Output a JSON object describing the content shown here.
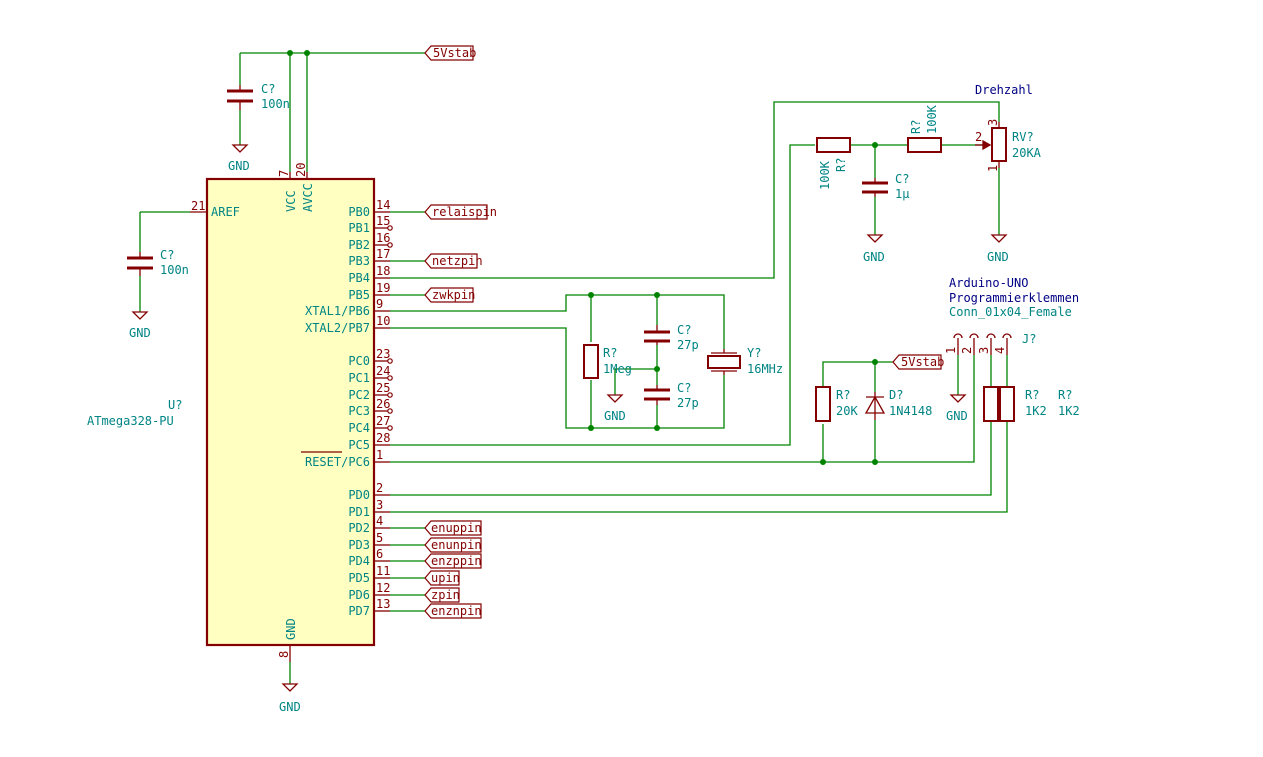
{
  "title": "",
  "net_labels": {
    "vstab_top": "5Vstab",
    "vstab_right": "5Vstab",
    "relaispin": "relaispin",
    "netzpin": "netzpin",
    "zwkpin": "zwkpin",
    "enuppin": "enuppin",
    "enunpin": "enunpin",
    "enzppin": "enzppin",
    "upin": "upin",
    "zpin": "zpin",
    "enznpin": "enznpin"
  },
  "power": {
    "gnd": "GND"
  },
  "mcu": {
    "ref": "U?",
    "value": "ATmega328-PU",
    "top_pins": [
      {
        "name": "VCC",
        "num": "7"
      },
      {
        "name": "AVCC",
        "num": "20"
      }
    ],
    "bottom_pin": {
      "name": "GND",
      "num": "8"
    },
    "left_pin": {
      "name": "AREF",
      "num": "21"
    },
    "right_pins": [
      {
        "name": "PB0",
        "num": "14"
      },
      {
        "name": "PB1",
        "num": "15"
      },
      {
        "name": "PB2",
        "num": "16"
      },
      {
        "name": "PB3",
        "num": "17"
      },
      {
        "name": "PB4",
        "num": "18"
      },
      {
        "name": "PB5",
        "num": "19"
      },
      {
        "name": "XTAL1/PB6",
        "num": "9"
      },
      {
        "name": "XTAL2/PB7",
        "num": "10"
      },
      {
        "name": "PC0",
        "num": "23"
      },
      {
        "name": "PC1",
        "num": "24"
      },
      {
        "name": "PC2",
        "num": "25"
      },
      {
        "name": "PC3",
        "num": "26"
      },
      {
        "name": "PC4",
        "num": "27"
      },
      {
        "name": "PC5",
        "num": "28"
      },
      {
        "name": "RESET/PC6",
        "num": "1"
      },
      {
        "name": "PD0",
        "num": "2"
      },
      {
        "name": "PD1",
        "num": "3"
      },
      {
        "name": "PD2",
        "num": "4"
      },
      {
        "name": "PD3",
        "num": "5"
      },
      {
        "name": "PD4",
        "num": "6"
      },
      {
        "name": "PD5",
        "num": "11"
      },
      {
        "name": "PD6",
        "num": "12"
      },
      {
        "name": "PD7",
        "num": "13"
      }
    ]
  },
  "components": {
    "c_top": {
      "ref": "C?",
      "value": "100n"
    },
    "c_aref": {
      "ref": "C?",
      "value": "100n"
    },
    "r_xtal": {
      "ref": "R?",
      "value": "1Meg"
    },
    "c_xtal1": {
      "ref": "C?",
      "value": "27p"
    },
    "c_xtal2": {
      "ref": "C?",
      "value": "27p"
    },
    "y_xtal": {
      "ref": "Y?",
      "value": "16MHz"
    },
    "r_filter1": {
      "ref": "R?",
      "value": "100K"
    },
    "r_filter2": {
      "ref": "R?",
      "value": "100K"
    },
    "c_filter": {
      "ref": "C?",
      "value": "1µ"
    },
    "rv": {
      "ref": "RV?",
      "value": "20KA",
      "pin1": "1",
      "pin2": "2",
      "pin3": "3"
    },
    "r_reset": {
      "ref": "R?",
      "value": "20K"
    },
    "d_reset": {
      "ref": "D?",
      "value": "1N4148"
    },
    "r_pd0": {
      "ref": "R?",
      "value": "1K2"
    },
    "r_pd1": {
      "ref": "R?",
      "value": "1K2"
    },
    "conn": {
      "ref": "J?",
      "value": "Conn_01x04_Female",
      "pins": [
        "1",
        "2",
        "3",
        "4"
      ]
    }
  },
  "notes": {
    "drehzahl": "Drehzahl",
    "arduino_line1": "Arduino-UNO",
    "arduino_line2": "Programmierklemmen"
  },
  "colors": {
    "wire": "#008400",
    "symbol": "#840000",
    "body_fill": "#ffffc2",
    "ref_text": "#008484",
    "note_text": "#000084"
  }
}
